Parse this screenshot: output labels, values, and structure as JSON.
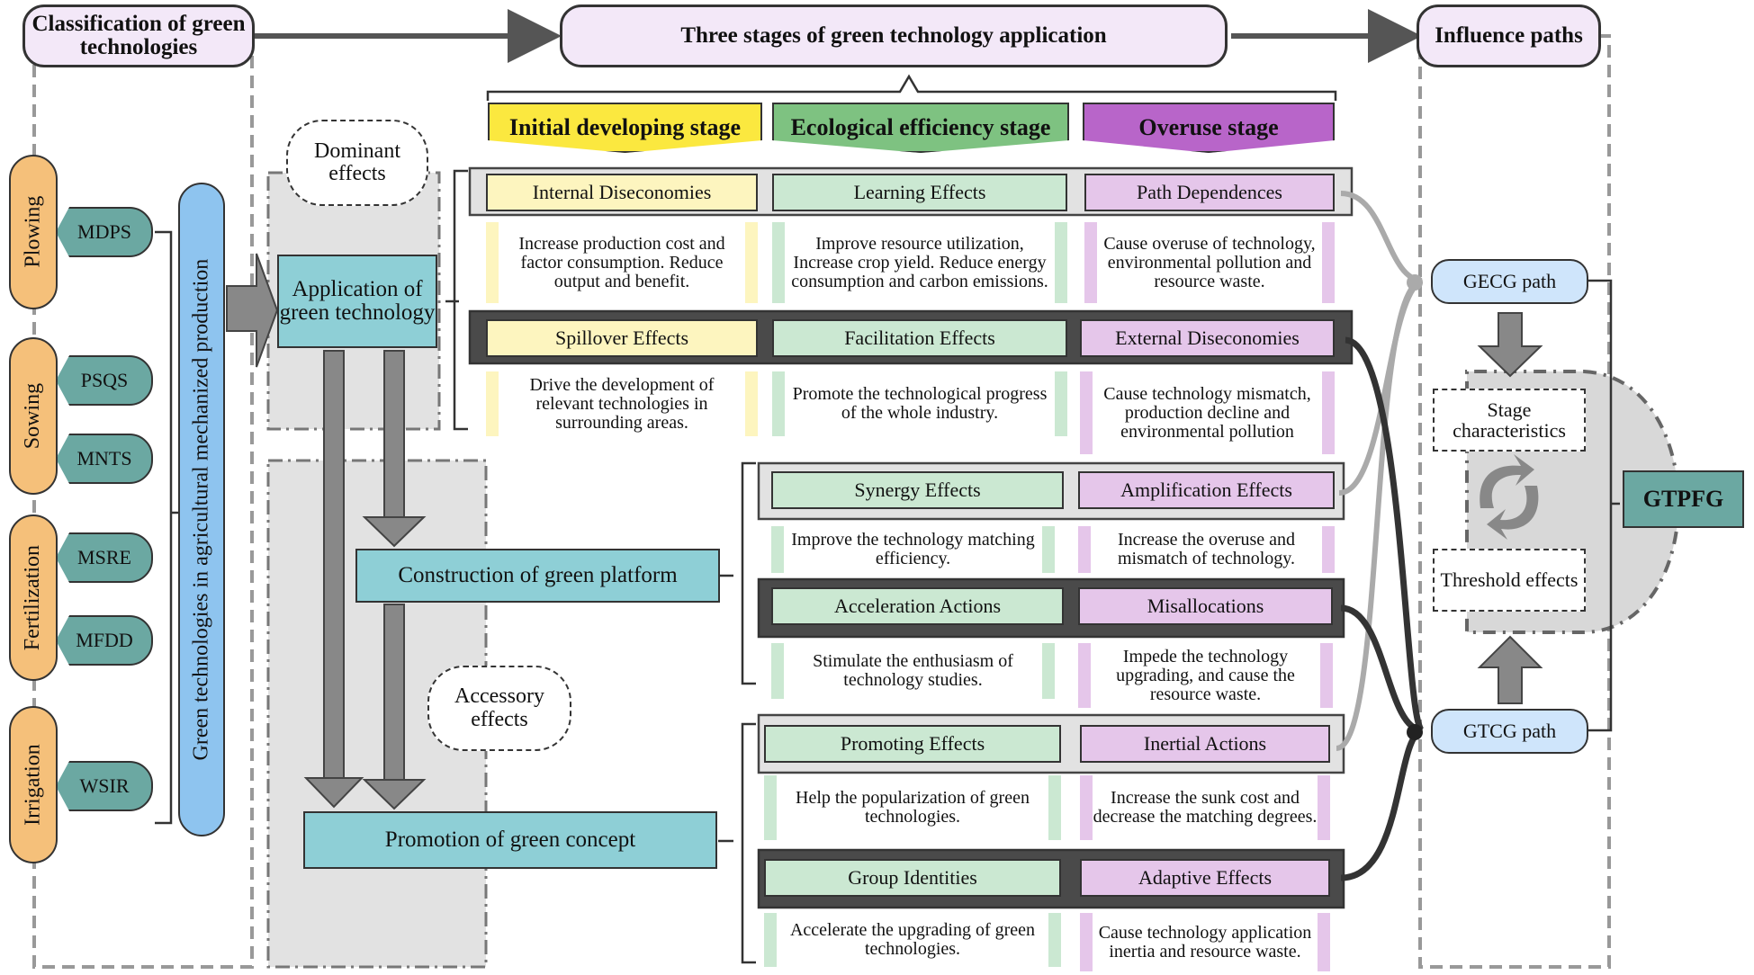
{
  "headers": {
    "classification": "Classification of green technologies",
    "three_stages": "Three stages of green technology application",
    "influence": "Influence paths"
  },
  "categories": [
    {
      "name": "Plowing",
      "items": [
        "MDPS"
      ]
    },
    {
      "name": "Sowing",
      "items": [
        "PSQS",
        "MNTS"
      ]
    },
    {
      "name": "Fertilization",
      "items": [
        "MSRE",
        "MFDD"
      ]
    },
    {
      "name": "Irrigation",
      "items": [
        "WSIR"
      ]
    }
  ],
  "vertical_label": "Green technologies in agricultural mechanized production",
  "dominant": "Dominant effects",
  "accessory": "Accessory effects",
  "application": "Application of green technology",
  "platform": "Construction of green platform",
  "concept": "Promotion of green concept",
  "stages": [
    "Initial developing stage",
    "Ecological efficiency stage",
    "Overuse stage"
  ],
  "rows": [
    {
      "effects": [
        "Internal Diseconomies",
        "Learning Effects",
        "Path Dependences"
      ],
      "descs": [
        "Increase production cost and factor consumption. Reduce output and benefit.",
        "Improve resource utilization, Increase crop yield. Reduce energy consumption and carbon emissions.",
        "Cause overuse of technology, environmental pollution and resource waste."
      ]
    },
    {
      "effects": [
        "Spillover Effects",
        "Facilitation Effects",
        "External Diseconomies"
      ],
      "descs": [
        "Drive the development of relevant technologies in surrounding areas.",
        "Promote the technological progress of the whole industry.",
        "Cause technology mismatch, production decline and environmental pollution"
      ]
    },
    {
      "effects": [
        "Synergy Effects",
        "Amplification Effects"
      ],
      "descs": [
        "Improve the technology matching efficiency.",
        "Increase the overuse and mismatch of technology."
      ]
    },
    {
      "effects": [
        "Acceleration Actions",
        "Misallocations"
      ],
      "descs": [
        "Stimulate the enthusiasm of technology studies.",
        "Impede the technology upgrading, and cause the resource waste."
      ]
    },
    {
      "effects": [
        "Promoting Effects",
        "Inertial Actions"
      ],
      "descs": [
        "Help the popularization of green technologies.",
        "Increase the sunk cost and decrease the matching degrees."
      ]
    },
    {
      "effects": [
        "Group Identities",
        "Adaptive Effects"
      ],
      "descs": [
        "Accelerate the upgrading of green technologies.",
        "Cause technology application inertia and resource waste."
      ]
    }
  ],
  "paths": {
    "gecg": "GECG path",
    "gtcg": "GTCG path",
    "stage": "Stage characteristics",
    "threshold": "Threshold effects",
    "gtpfg": "GTPFG"
  },
  "colors": {
    "yellow": "#fdf5bf",
    "green": "#cbe8d2",
    "purple": "#e5c6ea",
    "teal": "#6ba8a2",
    "cyan": "#8ecfd6",
    "orange": "#f5c07a",
    "blue": "#cfe5fb"
  }
}
